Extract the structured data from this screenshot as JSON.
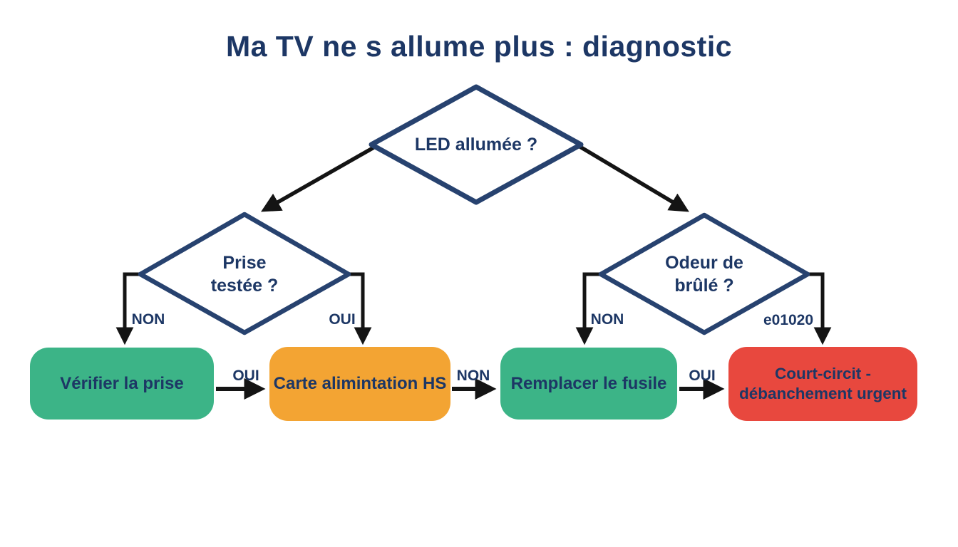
{
  "title": "Ma TV ne s allume plus : diagnostic",
  "diagram": {
    "type": "flowchart",
    "decisions": {
      "root": {
        "label": "LED allumée ?"
      },
      "left": {
        "line1": "Prise",
        "line2": "testée ?"
      },
      "right": {
        "line1": "Odeur de",
        "line2": "brûlé ?"
      }
    },
    "actions": {
      "box1": {
        "label": "Vérifier la prise",
        "color": "#3cb487"
      },
      "box2": {
        "label": "Carte alimintation HS",
        "color": "#f3a433"
      },
      "box3": {
        "label": "Remplacer le fusile",
        "color": "#3cb487"
      },
      "box4": {
        "line1": "Court-circit -",
        "line2": "débanchement urgent",
        "color": "#e8483e"
      }
    },
    "edge_labels": {
      "left_no": "NON",
      "left_yes": "OUI",
      "right_no": "NON",
      "right_yes": "e01020",
      "box1_to_box2": "OUI",
      "box2_to_box3": "NON",
      "box3_to_box4": "OUI"
    },
    "edges": [
      {
        "from": "root",
        "to": "left",
        "label": ""
      },
      {
        "from": "root",
        "to": "right",
        "label": ""
      },
      {
        "from": "left",
        "to": "box1",
        "label": "NON"
      },
      {
        "from": "left",
        "to": "box2",
        "label": "OUI"
      },
      {
        "from": "right",
        "to": "box3",
        "label": "NON"
      },
      {
        "from": "right",
        "to": "box4",
        "label": "e01020"
      },
      {
        "from": "box1",
        "to": "box2",
        "label": "OUI"
      },
      {
        "from": "box2",
        "to": "box3",
        "label": "NON"
      },
      {
        "from": "box3",
        "to": "box4",
        "label": "OUI"
      }
    ]
  },
  "colors": {
    "navy_text": "#1d3765",
    "diamond_border": "#27426f",
    "green": "#3cb487",
    "orange": "#f3a433",
    "red": "#e8483e",
    "arrow": "#141414",
    "background": "#ffffff"
  }
}
